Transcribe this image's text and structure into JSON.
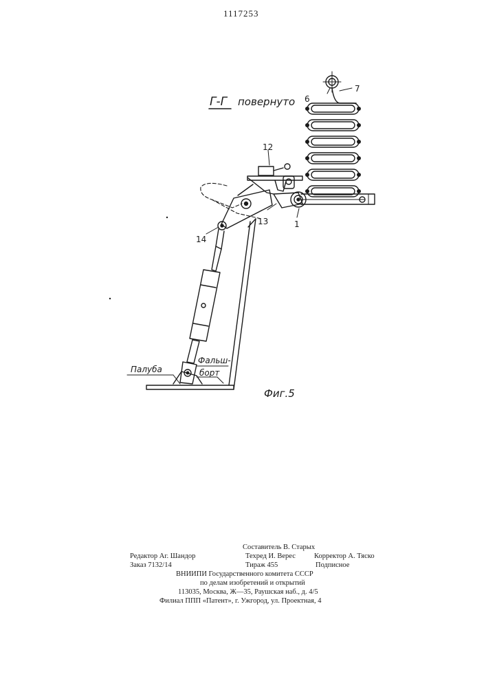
{
  "header": {
    "patent_number": "1117253"
  },
  "figure": {
    "section_label": "Г-Г",
    "section_note": "повернуто",
    "caption": "Фиг.5",
    "labels": {
      "l1": "1",
      "l6": "6",
      "l7": "7",
      "l12": "12",
      "l13": "13",
      "l14": "14",
      "deck": "Палуба",
      "bulwark_line1": "Фальш-",
      "bulwark_line2": "борт"
    }
  },
  "imprint": {
    "compiler": "Составитель В. Старых",
    "editor": "Редактор Аг. Шандор",
    "techred": "Техред И. Верес",
    "corrector": "Корректор А. Тяско",
    "order": "Заказ 7132/14",
    "circulation": "Тираж 455",
    "subscription": "Подписное",
    "org_line1": "ВНИИПИ Государственного комитета СССР",
    "org_line2": "по делам изобретений и открытий",
    "org_address": "113035, Москва, Ж—35, Раушская наб., д. 4/5",
    "branch": "Филиал ППП «Патент», г. Ужгород, ул. Проектная, 4"
  }
}
